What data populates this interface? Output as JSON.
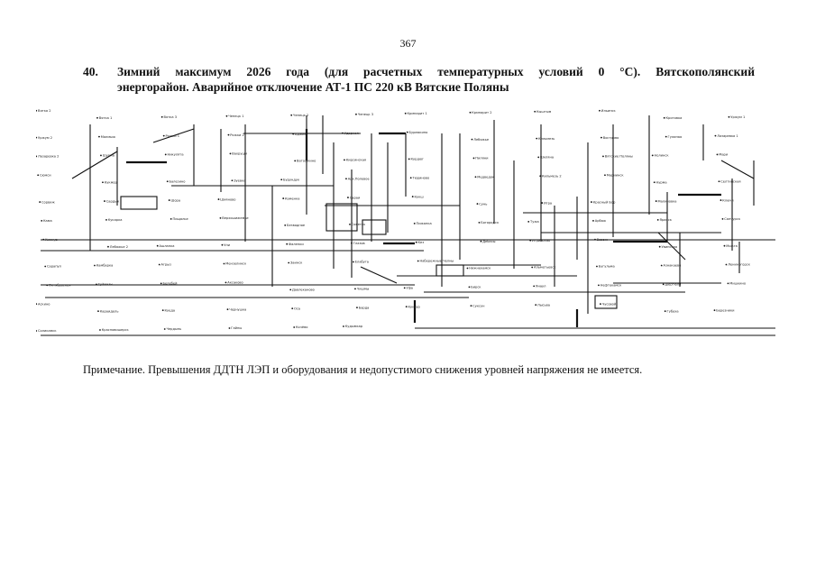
{
  "page_number": "367",
  "heading": {
    "number": "40.",
    "line1": "Зимний максимум 2026 года (для расчетных температурных условий 0 °С). Вятскополянский",
    "line2": "энергорайон. Аварийное отключение АТ-1 ПС 220 кВ Вятские Поляны"
  },
  "note": "Примечание. Превышения ДДТН ЛЭП и оборудования и недопустимого снижения уровней напряжения не имеется.",
  "diagram": {
    "labels": [
      "Вятка 2",
      "Вятка 1",
      "Вятка 3",
      "Чепецк 1",
      "Чепецк 2",
      "Чепецк 3",
      "Крмпарит 1",
      "Крмпарит 2",
      "Кыштым",
      "Ильинск",
      "Кротовка",
      "Уржум 1",
      "Уржум 2",
      "Малмыж",
      "Рожки 1",
      "Рожки 2",
      "Аджим",
      "Ударная",
      "Бурмакино",
      "Лебяжье",
      "Кильмезь",
      "Вострово",
      "Гулиная",
      "Лазаревка 1",
      "Лазаревка 2",
      "Шурма",
      "Никулята",
      "Вахруши",
      "Ватошкино",
      "Кирсинская",
      "Курдюг",
      "Пиляни",
      "Шкляна",
      "Вятские Поляны",
      "Нолинск",
      "Мари",
      "Сюмси",
      "Кукмор",
      "Балезино",
      "Зуевка",
      "Бурундук",
      "Арх.Полевое",
      "Тюриново",
      "Медведок",
      "Кильмезь 2",
      "Мариинск",
      "Нурма",
      "Селтинская",
      "Сорвиж",
      "Сардык",
      "Шора",
      "Шияново",
      "Каменка",
      "Сараи",
      "Кукш",
      "Сунь",
      "Игра",
      "Красный Бор",
      "Малиновка",
      "Ключи",
      "Кама",
      "Кукарка",
      "Пищалье",
      "Верхошижемье",
      "Безводное",
      "Советск",
      "Пижанка",
      "Богородск",
      "Тужа",
      "Арбаж",
      "Яранск",
      "Санчурск",
      "Кикнур",
      "Лебяжье 2",
      "Ашланка",
      "Уни",
      "Фаленки",
      "Глазов",
      "Кез",
      "Дебесы",
      "Игринская",
      "Вавож",
      "Увинская",
      "Можга",
      "Сарапул",
      "Камбарка",
      "Агрыз",
      "Мензелинск",
      "Заинск",
      "Елабуга",
      "Набережные Челны",
      "Нижнекамск",
      "Альметьевск",
      "Бугульма",
      "Азнакаево",
      "Лениногорск",
      "Октябрьская",
      "Туймазы",
      "Белебей",
      "Аксаково",
      "Давлеканово",
      "Чишмы",
      "Уфа",
      "Бирск",
      "Янаул",
      "Нефтекамск",
      "Дюртюли",
      "Мишкино",
      "Аскино",
      "Караидель",
      "Куеда",
      "Чернушка",
      "Оса",
      "Барда",
      "Кунгур",
      "Суксун",
      "Лысьва",
      "Чусовой",
      "Губаха",
      "Березники",
      "Соликамск",
      "Красновишерск",
      "Чердынь",
      "Гайны",
      "Кочёво",
      "Кудымкар"
    ]
  }
}
